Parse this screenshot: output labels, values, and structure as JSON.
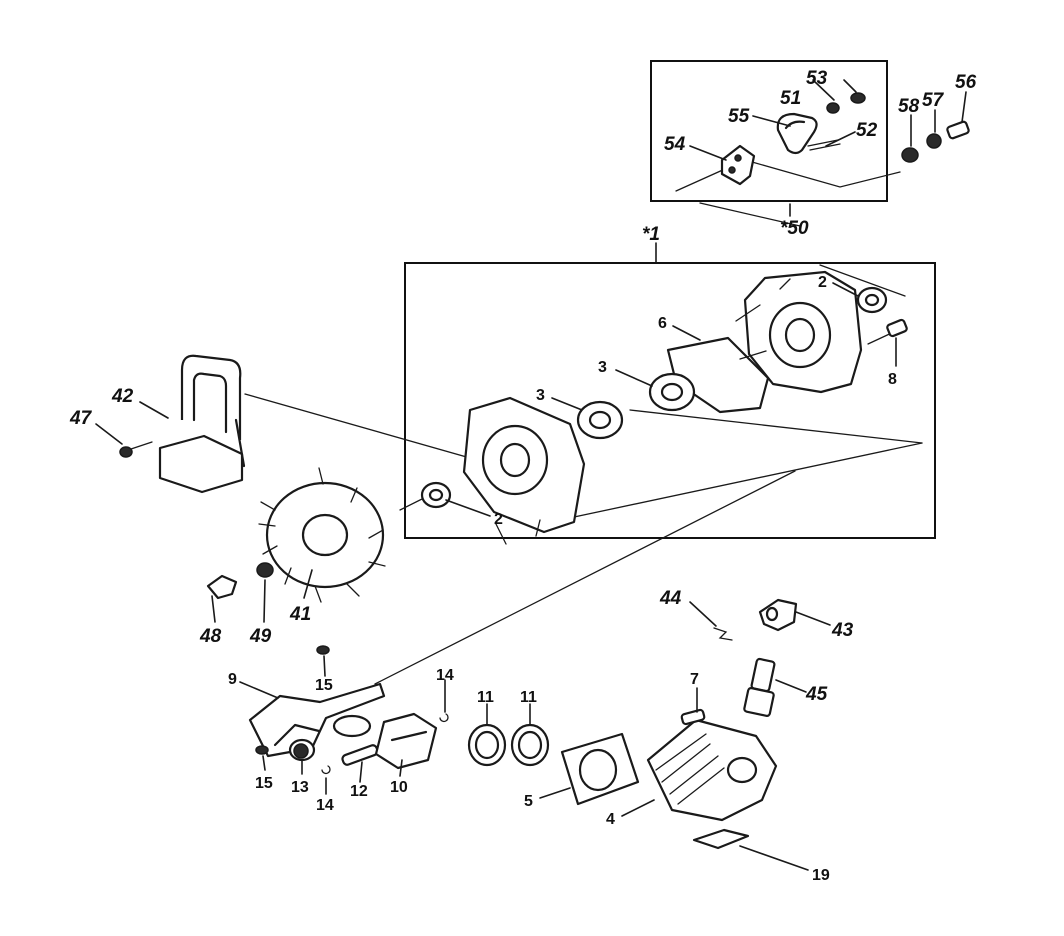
{
  "callouts": {
    "c1": "*1",
    "c50": "*50",
    "c2a": "2",
    "c2b": "2",
    "c3a": "3",
    "c3b": "3",
    "c4": "4",
    "c5": "5",
    "c6": "6",
    "c7": "7",
    "c8": "8",
    "c9": "9",
    "c10": "10",
    "c11a": "11",
    "c11b": "11",
    "c12": "12",
    "c13": "13",
    "c14a": "14",
    "c14b": "14",
    "c15a": "15",
    "c15b": "15",
    "c19": "19",
    "c41": "41",
    "c42": "42",
    "c43": "43",
    "c44": "44",
    "c45": "45",
    "c47": "47",
    "c48": "48",
    "c49": "49",
    "c51": "51",
    "c52": "52",
    "c53": "53",
    "c54": "54",
    "c55": "55",
    "c56": "56",
    "c57": "57",
    "c58": "58"
  },
  "colors": {
    "ink": "#1a1a1a",
    "paper": "#ffffff"
  }
}
